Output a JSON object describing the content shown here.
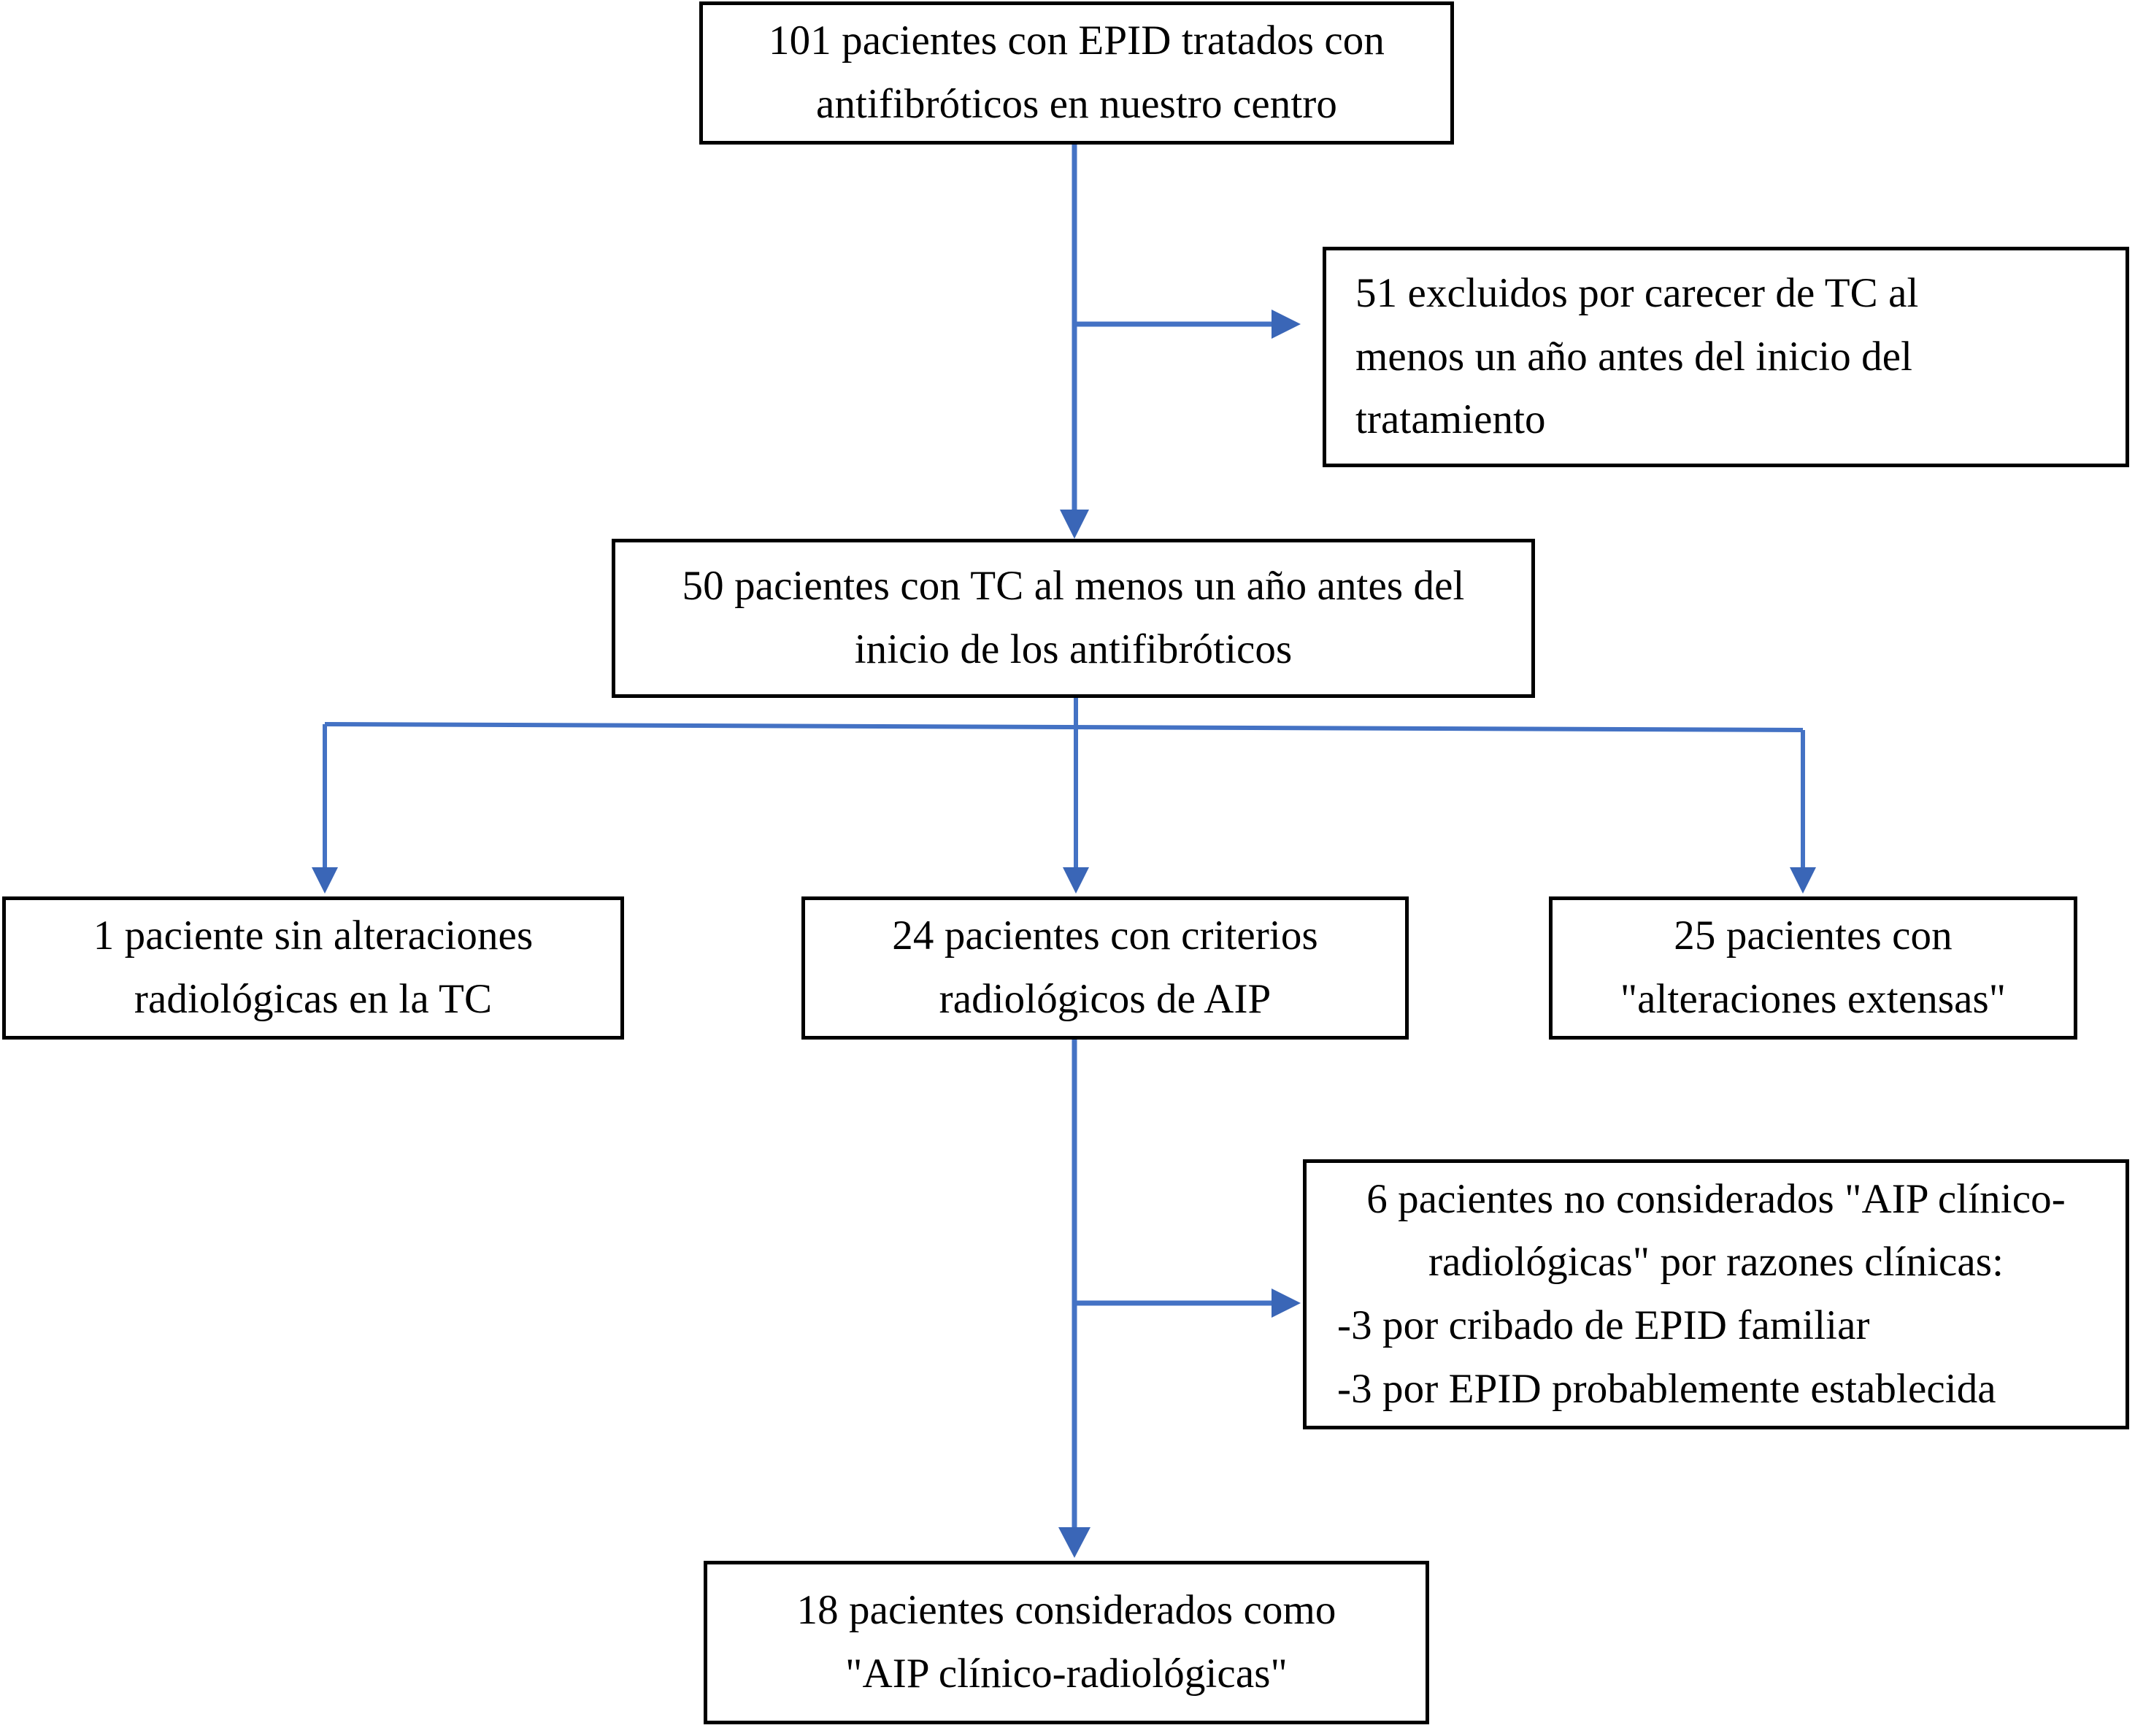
{
  "diagram": {
    "type": "flowchart",
    "language": "es",
    "accent_color": "#4472C4",
    "box_border_color": "#000000",
    "background_color": "#FFFFFF",
    "nodes": [
      {
        "id": "total",
        "name": "total-patients-box",
        "align": "center",
        "lines": [
          "101 pacientes con EPID tratados con",
          "antifibróticos en nuestro centro"
        ]
      },
      {
        "id": "excluded",
        "name": "excluded-patients-box",
        "align": "left",
        "lines": [
          "51 excluidos por carecer de TC al",
          "menos un año antes del inicio del",
          "tratamiento"
        ]
      },
      {
        "id": "withct",
        "name": "patients-with-ct-box",
        "align": "center",
        "lines": [
          "50 pacientes con TC al menos un año antes del",
          "inicio de los antifibróticos"
        ]
      },
      {
        "id": "noabnorm",
        "name": "no-radiological-abnormalities-box",
        "align": "center",
        "lines": [
          "1 paciente sin alteraciones",
          "radiológicas en la TC"
        ]
      },
      {
        "id": "aipcriteria",
        "name": "aip-radiological-criteria-box",
        "align": "center",
        "lines": [
          "24 pacientes con criterios",
          "radiológicos de AIP"
        ]
      },
      {
        "id": "extensive",
        "name": "extensive-abnormalities-box",
        "align": "center",
        "lines": [
          "25 pacientes con",
          "\"alteraciones extensas\""
        ]
      },
      {
        "id": "notconsid",
        "name": "not-considered-aip-box",
        "align": "mixed",
        "lines": [
          "6 pacientes no considerados \"AIP clínico-",
          "radiológicas\" por razones clínicas:",
          "-3 por cribado de EPID familiar",
          "-3 por EPID probablemente establecida"
        ],
        "line_align": [
          "c",
          "c",
          "l",
          "l"
        ]
      },
      {
        "id": "final",
        "name": "final-aip-clinical-radiological-box",
        "align": "center",
        "lines": [
          "18 pacientes considerados como",
          "\"AIP clínico-radiológicas\""
        ]
      }
    ],
    "connectors": [
      {
        "name": "connector-total-to-withct",
        "from": "total",
        "to": "withct",
        "style": "vertical-arrow"
      },
      {
        "name": "connector-total-to-excluded",
        "from": "total",
        "to": "excluded",
        "style": "branch-right-arrow"
      },
      {
        "name": "connector-withct-to-noabnorm",
        "from": "withct",
        "to": "noabnorm",
        "style": "elbow-down-arrow"
      },
      {
        "name": "connector-withct-to-aipcriteria",
        "from": "withct",
        "to": "aipcriteria",
        "style": "elbow-down-arrow"
      },
      {
        "name": "connector-withct-to-extensive",
        "from": "withct",
        "to": "extensive",
        "style": "elbow-down-arrow"
      },
      {
        "name": "connector-aipcriteria-to-final",
        "from": "aipcriteria",
        "to": "final",
        "style": "vertical-arrow"
      },
      {
        "name": "connector-aipcriteria-to-notconsid",
        "from": "aipcriteria",
        "to": "notconsid",
        "style": "branch-right-arrow"
      }
    ]
  }
}
